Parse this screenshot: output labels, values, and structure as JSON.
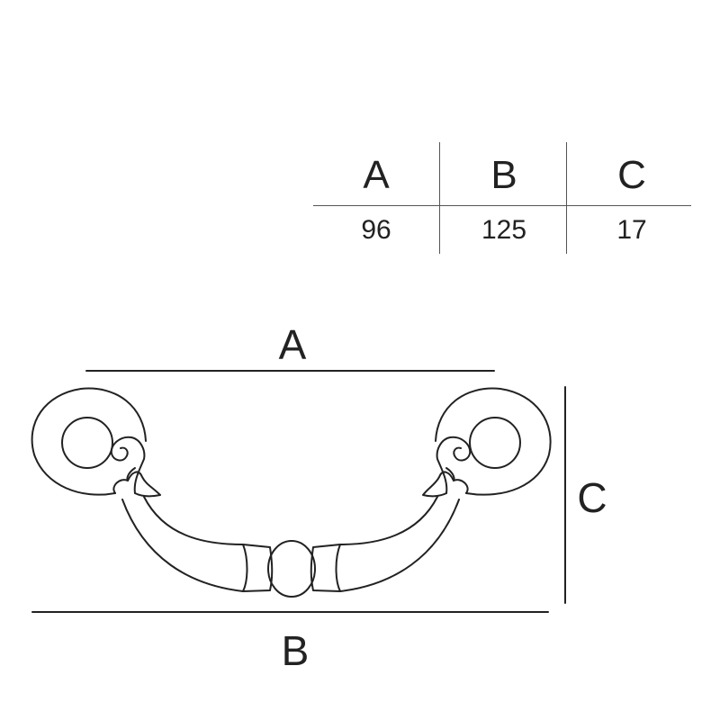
{
  "table": {
    "headers": [
      "A",
      "B",
      "C"
    ],
    "values": [
      "96",
      "125",
      "17"
    ]
  },
  "drawing": {
    "label_a": "A",
    "label_b": "B",
    "label_c": "C"
  },
  "colors": {
    "line": "#222222",
    "background": "#ffffff"
  }
}
